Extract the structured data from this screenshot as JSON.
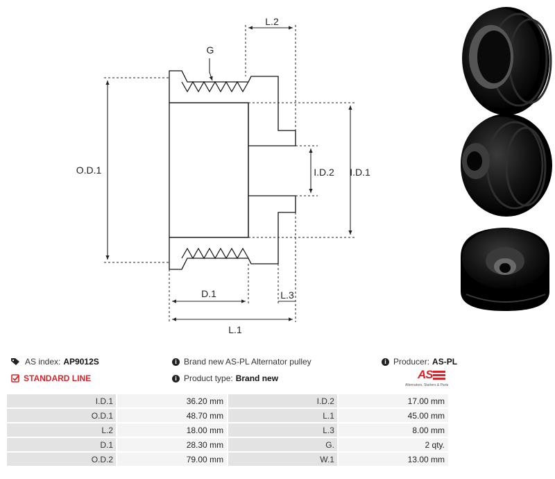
{
  "diagram": {
    "labels": {
      "l2": "L.2",
      "g": "G",
      "od1": "O.D.1",
      "id2": "I.D.2",
      "id1": "I.D.1",
      "d1": "D.1",
      "l3": "L.3",
      "l1": "L.1"
    }
  },
  "info": {
    "as_index_label": "AS index:",
    "as_index_value": "AP9012S",
    "standard_line": "STANDARD LINE",
    "description": "Brand new AS-PL Alternator pulley",
    "product_type_label": "Product type:",
    "product_type_value": "Brand new",
    "producer_label": "Producer:",
    "producer_value": "AS-PL"
  },
  "logo": {
    "text": "AS",
    "tagline": "Alternators, Starters & Parts"
  },
  "specs": [
    {
      "k1": "I.D.1",
      "v1": "36.20 mm",
      "k2": "I.D.2",
      "v2": "17.00 mm"
    },
    {
      "k1": "O.D.1",
      "v1": "48.70 mm",
      "k2": "L.1",
      "v2": "45.00 mm"
    },
    {
      "k1": "L.2",
      "v1": "18.00 mm",
      "k2": "L.3",
      "v2": "8.00  mm"
    },
    {
      "k1": "D.1",
      "v1": "28.30 mm",
      "k2": "G.",
      "v2": "2 qty."
    },
    {
      "k1": "O.D.2",
      "v1": "79.00 mm",
      "k2": "W.1",
      "v2": "13.00 mm"
    }
  ],
  "colors": {
    "accent": "#d8232a",
    "cell_key": "#e3e3e3",
    "cell_value": "#f4f4f4"
  }
}
